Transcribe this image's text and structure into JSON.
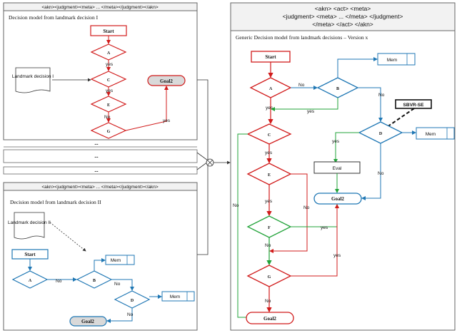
{
  "left_top_panel": {
    "header": "<akn><judgment><meta> ... </meta></judgment></akn>",
    "title": "Decision model from landmark decision I",
    "doc_label": "Landmark decision I",
    "nodes": {
      "start": "Start",
      "a": "A",
      "c": "C",
      "e": "E",
      "g": "G",
      "goal": "Goal2"
    },
    "edges": {
      "yes1": "yes",
      "yes2": "yes",
      "no": "No",
      "yes3": "yes"
    }
  },
  "ellipsis_rows": [
    "...",
    "...",
    "..."
  ],
  "left_bottom_panel": {
    "header": "<akn><judgment><meta> ... </meta></judgment></akn>",
    "title": "Decision model from landmark decision II",
    "doc_label": "Landmark decision II",
    "nodes": {
      "start": "Start",
      "a": "A",
      "b": "B",
      "d": "D",
      "goal": "Goal2",
      "mem1": "Mem",
      "mem2": "Mem"
    },
    "edges": {
      "no1": "No",
      "no2": "No",
      "no3": "No"
    }
  },
  "right_panel": {
    "header_line1": "<akn> <act> <meta>",
    "header_line2": "<judgment> <meta> ... </meta> </judgment>",
    "header_line3": "</meta> </act> </akn>",
    "title": "Generic Decision model from landmark decisions – Version x",
    "nodes": {
      "start": "Start",
      "a": "A",
      "b": "B",
      "c": "C",
      "d": "D",
      "e": "E",
      "f": "F",
      "g": "G",
      "goal_mid": "Goal2",
      "goal_bottom": "Goal2",
      "eval": "Eval",
      "mem1": "Mem",
      "mem2": "Mem",
      "sbvr": "SBVR-SE"
    },
    "edges": {
      "no_ab": "No",
      "yes_a": "yes",
      "yes_b": "yes",
      "no_b": "No",
      "yes_d": "yes",
      "no_d": "No",
      "yes_c": "yes",
      "no_c": "No",
      "yes_e": "yes",
      "no_e": "No",
      "yes_f": "yes",
      "no_f": "No",
      "yes_g": "yes",
      "no_g": "No"
    }
  }
}
